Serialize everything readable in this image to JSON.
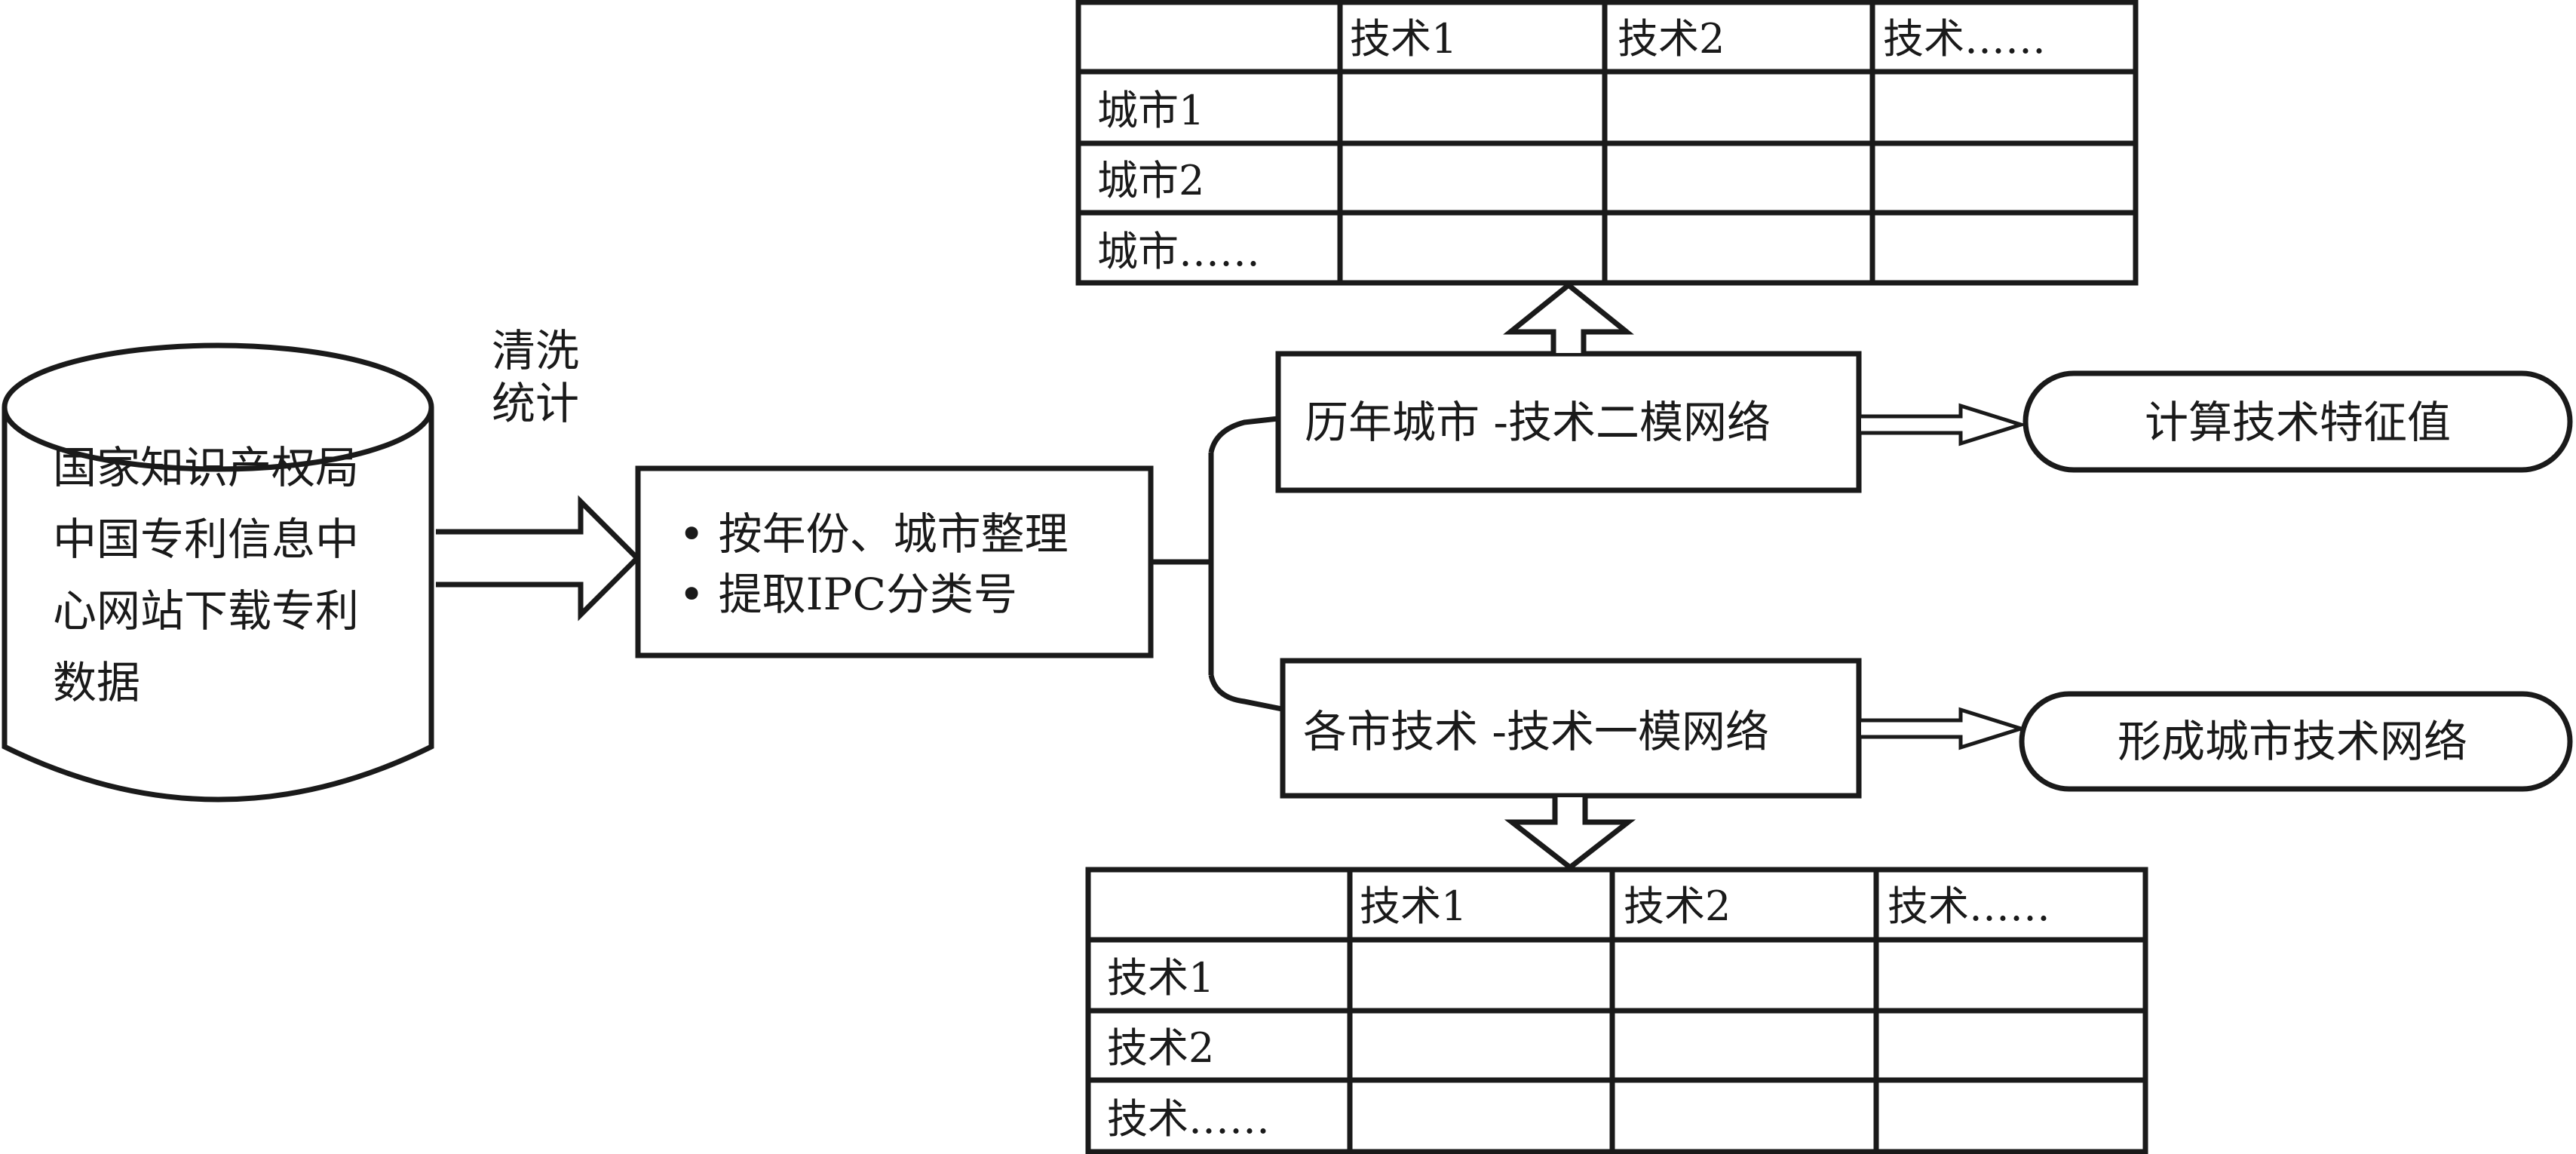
{
  "source": {
    "lines": [
      "国家知识产权局",
      "中国专利信息中",
      "心网站下载专利",
      "数据"
    ]
  },
  "clean_label": [
    "清洗",
    "统计"
  ],
  "process_box": {
    "items": [
      "• 按年份、城市整理",
      "• 提取IPC分类号"
    ]
  },
  "network_city_tech": {
    "label": "历年城市 -技术二模网络",
    "result": "计算技术特征值"
  },
  "network_tech_tech": {
    "label": "各市技术 -技术一模网络",
    "result": "形成城市技术网络"
  },
  "top_table": {
    "headers": [
      "",
      "技术1",
      "技术2",
      "技术……"
    ],
    "rows": [
      "城市1",
      "城市2",
      "城市……"
    ]
  },
  "bottom_table": {
    "headers": [
      "",
      "技术1",
      "技术2",
      "技术……"
    ],
    "rows": [
      "技术1",
      "技术2",
      "技术……"
    ]
  }
}
